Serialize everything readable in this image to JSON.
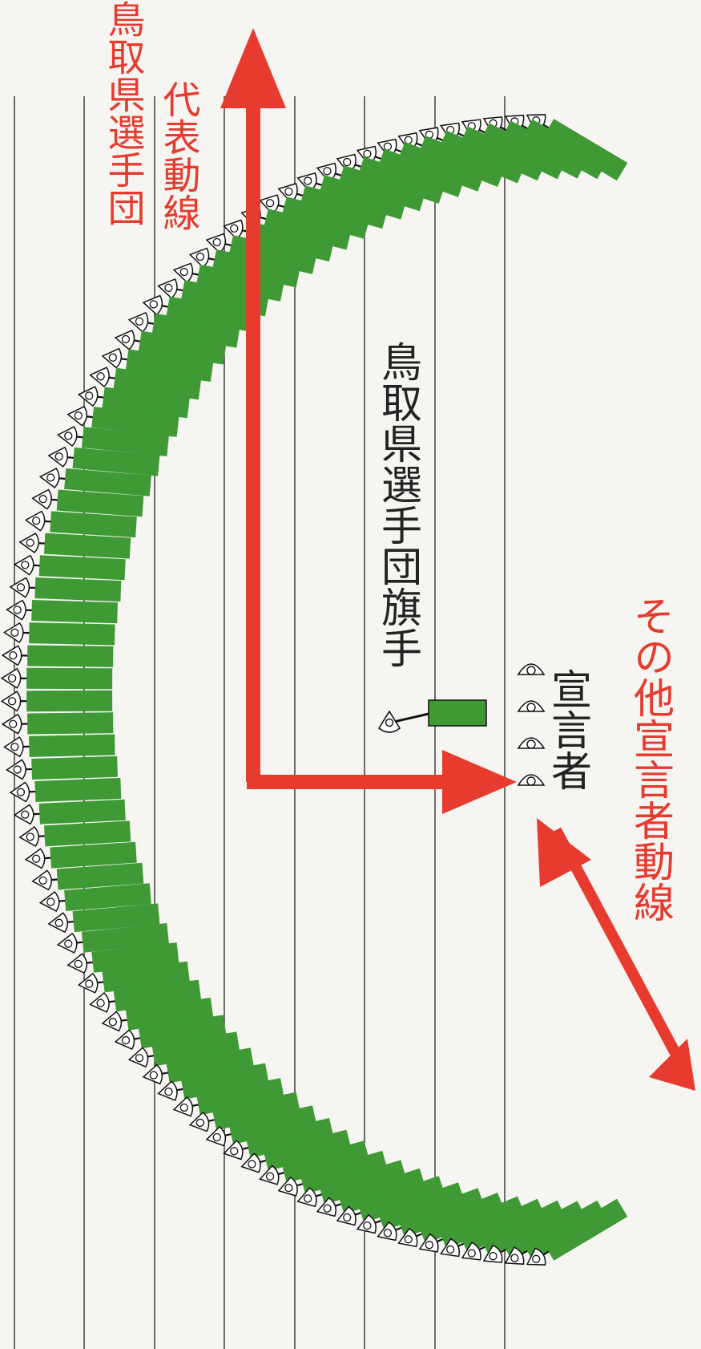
{
  "labels": {
    "tottori_rep_line1": "鳥取県選手団",
    "tottori_rep_line2": "代表動線",
    "flag_bearer": "鳥取県選手団旗手",
    "declarer": "宣言者",
    "other_declarers": "その他宣言者動線"
  },
  "formation": {
    "flag_bearer_count": 78,
    "declarer_count": 4
  },
  "colors": {
    "flag_green": "#3f9a36",
    "arrow_red": "#e63b2e",
    "stripe_line": "#222222",
    "background": "#f6f5f1"
  }
}
